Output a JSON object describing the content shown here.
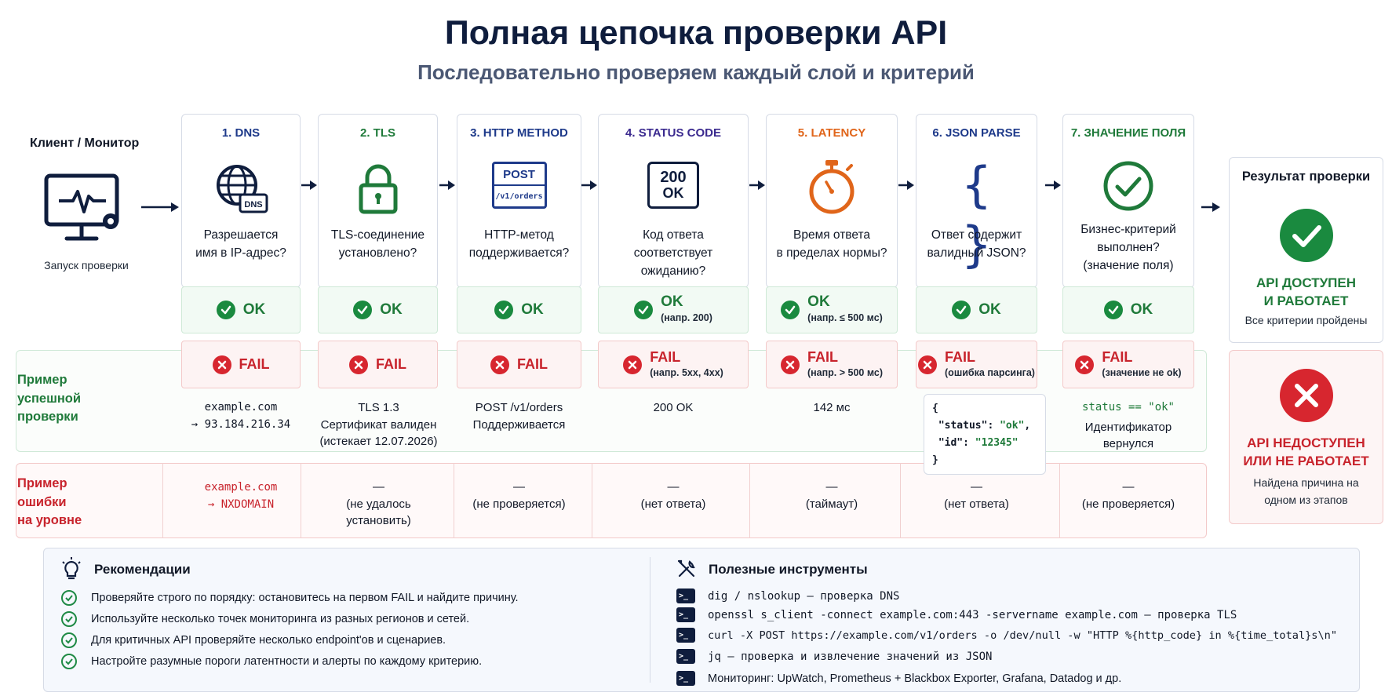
{
  "header": {
    "title": "Полная цепочка проверки API",
    "subtitle": "Последовательно проверяем каждый слой и критерий"
  },
  "client": {
    "title": "Клиент / Монитор",
    "subtitle": "Запуск проверки",
    "icon": "monitor-pulse-icon"
  },
  "stages": [
    {
      "title": "1. DNS",
      "color": "#1e3a8a",
      "icon": "globe-dns-icon",
      "question": [
        "Разрешается",
        "имя в IP-адрес?"
      ],
      "ok": {
        "label": "OK",
        "note": ""
      },
      "fail": {
        "label": "FAIL",
        "note": ""
      }
    },
    {
      "title": "2. TLS",
      "color": "#1f7a3a",
      "icon": "padlock-icon",
      "question": [
        "TLS-соединение",
        "установлено?"
      ],
      "ok": {
        "label": "OK",
        "note": ""
      },
      "fail": {
        "label": "FAIL",
        "note": ""
      }
    },
    {
      "title": "3. HTTP METHOD",
      "color": "#1e3a8a",
      "icon": "post-method-icon",
      "icon_text": [
        "POST",
        "/v1/orders"
      ],
      "question": [
        "HTTP-метод",
        "поддерживается?"
      ],
      "ok": {
        "label": "OK",
        "note": ""
      },
      "fail": {
        "label": "FAIL",
        "note": ""
      }
    },
    {
      "title": "4. STATUS CODE",
      "color": "#3b2a8f",
      "icon": "status-200-icon",
      "icon_text": [
        "200",
        "OK"
      ],
      "question": [
        "Код ответа",
        "соответствует ожиданию?"
      ],
      "ok": {
        "label": "OK",
        "note": "(напр. 200)"
      },
      "fail": {
        "label": "FAIL",
        "note": "(напр. 5xx, 4xx)"
      }
    },
    {
      "title": "5. LATENCY",
      "color": "#e0651a",
      "icon": "stopwatch-icon",
      "question": [
        "Время ответа",
        "в пределах нормы?"
      ],
      "ok": {
        "label": "OK",
        "note": "(напр. ≤ 500 мс)"
      },
      "fail": {
        "label": "FAIL",
        "note": "(напр. > 500 мс)"
      }
    },
    {
      "title": "6. JSON PARSE",
      "color": "#1e3a8a",
      "icon": "braces-icon",
      "question": [
        "Ответ содержит",
        "валидный JSON?"
      ],
      "ok": {
        "label": "OK",
        "note": ""
      },
      "fail": {
        "label": "FAIL",
        "note": "(ошибка парсинга)"
      }
    },
    {
      "title": "7. ЗНАЧЕНИЕ ПОЛЯ",
      "color": "#1f7a3a",
      "icon": "check-circle-icon",
      "question": [
        "Бизнес-критерий",
        "выполнен?",
        "(значение поля)"
      ],
      "ok": {
        "label": "OK",
        "note": ""
      },
      "fail": {
        "label": "FAIL",
        "note": "(значение не ok)"
      }
    }
  ],
  "examples": {
    "success_label": [
      "Пример",
      "успешной",
      "проверки"
    ],
    "error_label": [
      "Пример",
      "ошибки",
      "на уровне"
    ],
    "success": [
      [
        "example.com",
        "→ 93.184.216.34"
      ],
      [
        "TLS 1.3",
        "Сертификат валиден",
        "(истекает 12.07.2026)"
      ],
      [
        "POST /v1/orders",
        "Поддерживается"
      ],
      [
        "200 OK"
      ],
      [
        "142 мс"
      ],
      [
        "{",
        "\"status\": \"ok\",",
        "\"id\": \"12345\"",
        "}"
      ],
      [
        "status == \"ok\"",
        "Идентификатор",
        "вернулся"
      ]
    ],
    "json": {
      "open": "{",
      "k1": "\"status\"",
      "v1": "\"ok\"",
      "k2": "\"id\"",
      "v2": "\"12345\"",
      "close": "}"
    },
    "error": [
      [
        "example.com",
        "→ NXDOMAIN"
      ],
      [
        "—",
        "(не удалось",
        "установить)"
      ],
      [
        "—",
        "(не проверяется)"
      ],
      [
        "—",
        "(нет ответа)"
      ],
      [
        "—",
        "(таймаут)"
      ],
      [
        "—",
        "(нет ответа)"
      ],
      [
        "—",
        "(не проверяется)"
      ]
    ]
  },
  "result": {
    "title": "Результат проверки",
    "ok_text": [
      "API ДОСТУПЕН",
      "И РАБОТАЕТ"
    ],
    "ok_sub": "Все критерии пройдены",
    "fail_text": [
      "API НЕДОСТУПЕН",
      "ИЛИ НЕ РАБОТАЕТ"
    ],
    "fail_sub": [
      "Найдена причина на",
      "одном из этапов"
    ]
  },
  "recommendations": {
    "title": "Рекомендации",
    "icon": "lightbulb-icon",
    "items": [
      "Проверяйте строго по порядку: остановитесь на первом FAIL и найдите причину.",
      "Используйте несколько точек мониторинга из разных регионов и сетей.",
      "Для критичных API проверяйте несколько endpoint'ов и сценариев.",
      "Настройте разумные пороги латентности и алерты по каждому критерию."
    ]
  },
  "tools": {
    "title": "Полезные инструменты",
    "icon": "wrench-screwdriver-icon",
    "items": [
      "dig / nslookup — проверка DNS",
      "openssl s_client -connect example.com:443 -servername example.com — проверка TLS",
      "curl -X POST https://example.com/v1/orders -o /dev/null -w \"HTTP %{http_code} in %{time_total}s\\n\"",
      "jq — проверка и извлечение значений из JSON",
      "Мониторинг: UpWatch, Prometheus + Blackbox Exporter, Grafana, Datadog и др."
    ]
  },
  "colors": {
    "ok": "#1a8a3f",
    "fail": "#d7262f",
    "title": "#0f1d3d"
  }
}
